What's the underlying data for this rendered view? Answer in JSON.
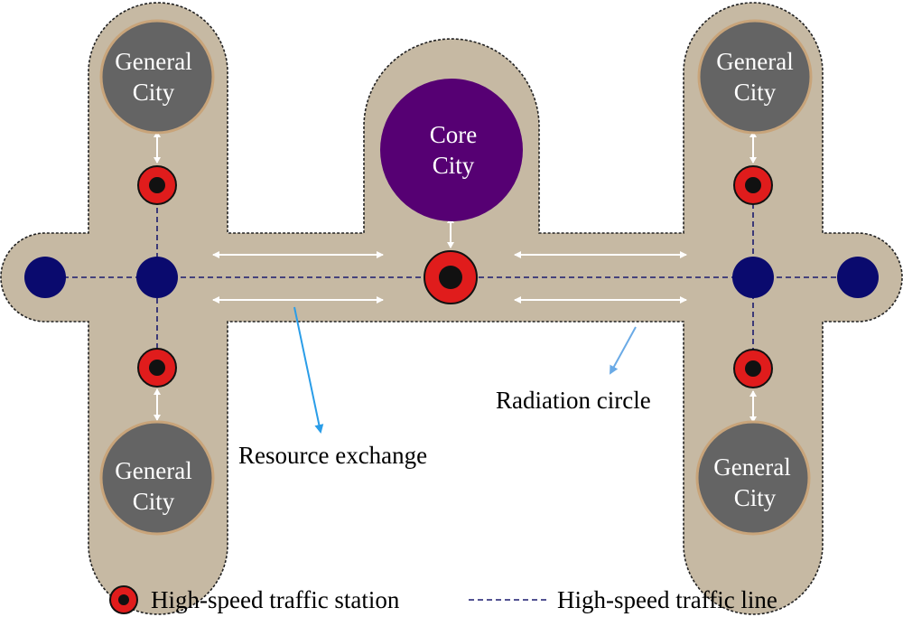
{
  "colors": {
    "region_fill": "#c6b9a3",
    "region_border": "#222222",
    "general_city_fill": "#646464",
    "general_city_ring": "#c8a47a",
    "core_city_fill": "#560073",
    "station_red": "#e01c1c",
    "station_core": "#111111",
    "node_blue": "#0a0a6e",
    "line_blue": "#1a1a6e",
    "arrow_white": "#ffffff",
    "pointer_blue": "#2a9de8",
    "pointer_light_blue": "#6aaae6"
  },
  "cities": {
    "general_top_left": {
      "line1": "General",
      "line2": "City"
    },
    "general_top_right": {
      "line1": "General",
      "line2": "City"
    },
    "general_bottom_left": {
      "line1": "General",
      "line2": "City"
    },
    "general_bottom_right": {
      "line1": "General",
      "line2": "City"
    },
    "core": {
      "line1": "Core",
      "line2": "City"
    }
  },
  "annotations": {
    "resource_exchange": "Resource exchange",
    "radiation_circle": "Radiation circle"
  },
  "legend": {
    "station_label": "High-speed traffic station",
    "line_label": "High-speed traffic line"
  }
}
